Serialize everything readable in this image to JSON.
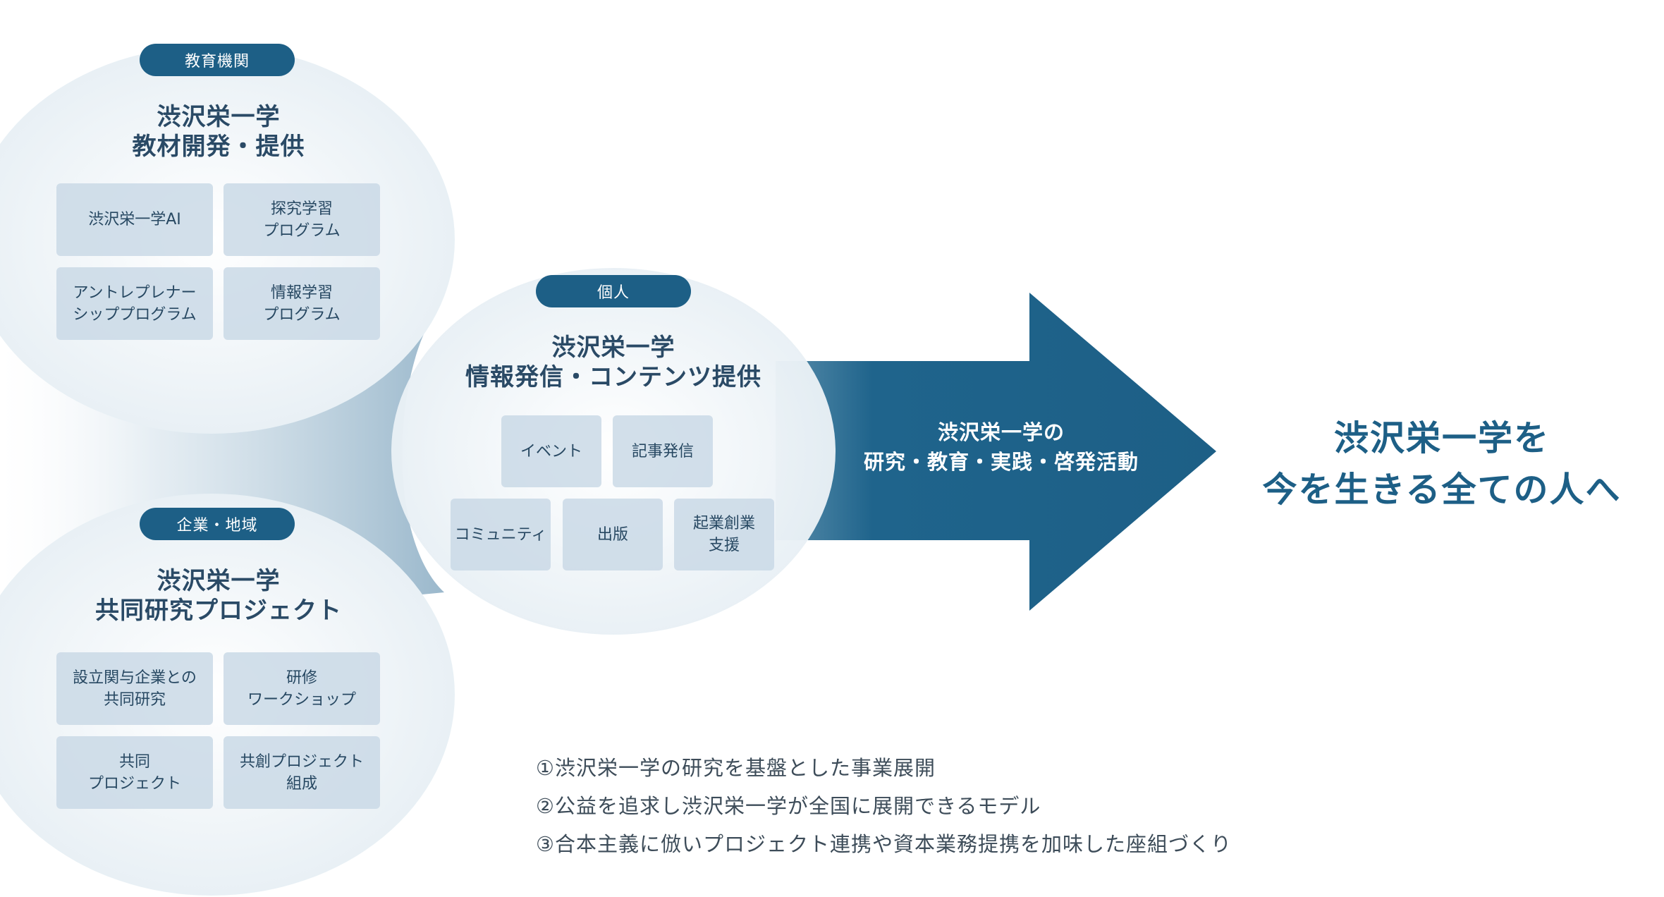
{
  "colors": {
    "navy": "#1d5f86",
    "light_box": "#c8d8e5",
    "ellipse": "#eaf0f5"
  },
  "education": {
    "badge": "教育機関",
    "title_lines": [
      "渋沢栄一学",
      "教材開発・提供"
    ],
    "items": [
      {
        "lines": [
          "渋沢栄一学AI"
        ]
      },
      {
        "lines": [
          "探究学習",
          "プログラム"
        ]
      },
      {
        "lines": [
          "アントレプレナー",
          "シッププログラム"
        ]
      },
      {
        "lines": [
          "情報学習",
          "プログラム"
        ]
      }
    ]
  },
  "individual": {
    "badge": "個人",
    "title_lines": [
      "渋沢栄一学",
      "情報発信・コンテンツ提供"
    ],
    "items": [
      {
        "lines": [
          "イベント"
        ]
      },
      {
        "lines": [
          "記事発信"
        ]
      },
      {
        "lines": [
          "コミュニティ"
        ]
      },
      {
        "lines": [
          "出版"
        ]
      },
      {
        "lines": [
          "起業創業",
          "支援"
        ]
      }
    ]
  },
  "corporate": {
    "badge": "企業・地域",
    "title_lines": [
      "渋沢栄一学",
      "共同研究プロジェクト"
    ],
    "items": [
      {
        "lines": [
          "設立関与企業との",
          "共同研究"
        ]
      },
      {
        "lines": [
          "研修",
          "ワークショップ"
        ]
      },
      {
        "lines": [
          "共同",
          "プロジェクト"
        ]
      },
      {
        "lines": [
          "共創プロジェクト",
          "組成"
        ]
      }
    ]
  },
  "arrow": {
    "lines": [
      "渋沢栄一学の",
      "研究・教育・実践・啓発活動"
    ]
  },
  "goal": {
    "lines": [
      "渋沢栄一学を",
      "今を生きる全ての人へ"
    ]
  },
  "notes": [
    "①渋沢栄一学の研究を基盤とした事業展開",
    "②公益を追求し渋沢栄一学が全国に展開できるモデル",
    "③合本主義に倣いプロジェクト連携や資本業務提携を加味した座組づくり"
  ]
}
